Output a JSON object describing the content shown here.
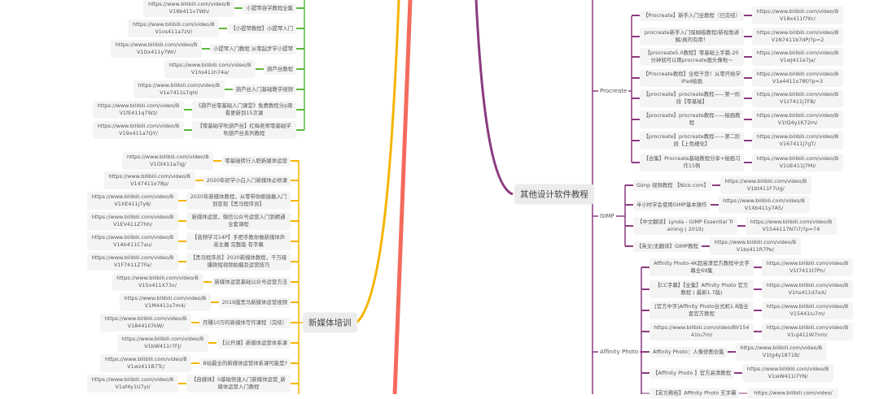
{
  "colors": {
    "green": "#5cb83c",
    "yellow": "#f5b400",
    "red": "#f36b5d",
    "purple": "#8b3a80"
  },
  "green_branch": {
    "items": [
      {
        "label": "小提琴自学教程全集",
        "url": "https://www.bilibili.com/video/BV16b411v7Wh/"
      },
      {
        "label": "【小提琴教程】小提琴入门",
        "url": "https://www.bilibili.com/video/BV1os411a7zV/"
      },
      {
        "label": "小提琴入门教程 从零起步学小提琴",
        "url": "https://www.bilibili.com/video/BV1Dx411y7Wr/"
      },
      {
        "label": "葫芦丝教程",
        "url": "https://www.bilibili.com/video/BV1hs411h74a/"
      },
      {
        "label": "葫芦丝入门基础教学视频",
        "url": "https://www.bilibili.com/video/BV1e7411s7qH/"
      },
      {
        "label": "《葫芦丝零基础入门课堂》免费教程分p观看更新到15次课",
        "url": "https://www.bilibili.com/video/BV1fE411q7Wz/"
      },
      {
        "label": "【零基础学吹葫芦丝】红梅老师零基础学吹葫芦丝系列教程",
        "url": "https://www.bilibili.com/video/BV19x411a7QY/"
      }
    ]
  },
  "new_media": {
    "title": "新媒体培训",
    "items": [
      {
        "label": "零基础转行入职新媒体运营",
        "url": "https://www.bilibili.com/video/BV1Gt411a7qj/"
      },
      {
        "label": "2020年初学小白入门新媒体必修课",
        "url": "https://www.bilibili.com/video/BV147411o78p/"
      },
      {
        "label": "2020年新媒体教程，从零带你刚接触入门到变现【黑马程序员】",
        "url": "https://www.bilibili.com/video/BV1XE411j7y6/"
      },
      {
        "label": "新媒体运营，微信公众号运营入门到精通全套课程",
        "url": "https://www.bilibili.com/video/BV1EV411Z7hh/"
      },
      {
        "label": "【音频学习14P】手把手教你做新媒体声音主播 完整版 有字幕",
        "url": "https://www.bilibili.com/video/BV1Ab411C7au/"
      },
      {
        "label": "【黑马程序员】2020新媒体教程，千万级爆款短视频拍摄及运营技巧",
        "url": "https://www.bilibili.com/video/BV1F7411Z7Fa/"
      },
      {
        "label": "新媒体运营基础公众号运营方法",
        "url": "https://www.bilibili.com/video/BV15x411X73v/"
      },
      {
        "label": "2019版黑马新媒体运营视频",
        "url": "https://www.bilibili.com/video/BV1M4411s7m4/"
      },
      {
        "label": "月赚10万的新媒体写作课程（完结）",
        "url": "https://www.bilibili.com/video/BV18441li7kW/"
      },
      {
        "label": "【公开课】新媒体运营体系课",
        "url": "https://www.bilibili.com/video/BV1bW411r7FJ/"
      },
      {
        "label": "B站最全的新媒体运营体系课可能是?",
        "url": "https://www.bilibili.com/video/BV1wz411B7Tc/"
      },
      {
        "label": "【自媒体】0基础快速入门新媒体运营_新媒体运营入门教程",
        "url": "https://www.bilibili.com/video/BV1af4y1U7yi/"
      }
    ]
  },
  "design_software": {
    "title": "其他设计软件教程",
    "procreate": {
      "title": "Procreate",
      "items": [
        {
          "label": "【Procreate】新手入门全教程（已完结）",
          "url": "https://www.bilibili.com/video/BV18x411f7Kr/"
        },
        {
          "label": "procreate新手入门保姆级教程/新视角讲解/真的有用！",
          "url": "https://www.bilibili.com/video/BV1N7411b7dP/?p=2"
        },
        {
          "label": "【procreate5.0教程】零基础上手篇-20分钟就可以用procreate画头像啦～",
          "url": "https://www.bilibili.com/video/BV1wJ411e7ja/"
        },
        {
          "label": "【Procreate教程】全程干货！从零开始学iPad绘画",
          "url": "https://www.bilibili.com/video/BV1e4411o78f/?p=3"
        },
        {
          "label": "【procreate】procreate教程——第一阶段【零基础】",
          "url": "https://www.bilibili.com/video/BV1z7411j7FB/"
        },
        {
          "label": "【procreate】procreate教程——绘画教程",
          "url": "https://www.bilibili.com/video/BV1tQ4y1K72m/"
        },
        {
          "label": "【procreate】procreate教程——第二阶段【上色细化】",
          "url": "https://www.bilibili.com/video/BV167411j7gT/"
        },
        {
          "label": "【合集】Procreate基础教程分享+绘画习作15例",
          "url": "https://www.bilibili.com/video/BV1UE411J7Mi/"
        }
      ]
    },
    "gimp": {
      "title": "GIMP",
      "items": [
        {
          "label": "Gimp 视频教程 【Nick.com】",
          "url": "https://www.bilibili.com/video/BV1bt411F7Ug/"
        },
        {
          "label": "半小时学会使用GIMP基本操作",
          "url": "https://www.bilibili.com/video/BV1Xb411y7A5/"
        },
        {
          "label": "【中文翻译】Lynda - GIMP Essential Training ( 2019)",
          "url": "https://www.bilibili.com/video/BV1544117N7i7/?p=74"
        },
        {
          "label": "【英文/无翻译】GIMP教程",
          "url": "https://www.bilibili.com/video/BV1bs411R7Pe/"
        }
      ]
    },
    "affinity": {
      "title": "Affinity Photo",
      "items": [
        {
          "label": "Affinity Photo-4K超高清官方教程中文字幕全69集",
          "url": "https://www.bilibili.com/video/BV1t7411t7Pn/"
        },
        {
          "label": "【CC字幕】【全集】Affinity Photo 官方教程 ( 最新1.7版)",
          "url": "https://www.bilibili.com/video/BV1hs411d7eX/"
        },
        {
          "label": "[官方中字]Affinity Photo台式机1.8版全套官方教程",
          "url": "https://www.bilibili.com/video/BV15441lu7m/"
        },
        {
          "label": "https://www.bilibili.com/video/BV15441lu7m/",
          "url": "https://www.bilibili.com/video/BV1uJ411W7nm/"
        },
        {
          "label": "Affinity Photo：人像修图合集",
          "url": "https://www.bilibili.com/video/BV1tg4y1871B/"
        },
        {
          "label": "【Affinity Photo 】官方高清教程",
          "url": "https://www.bilibili.com/video/BV1wW411i7YN/"
        },
        {
          "label": "【官方教程】Affinity Photo 无字幕",
          "url": "https://www.bilibili.com/video/"
        }
      ]
    }
  }
}
